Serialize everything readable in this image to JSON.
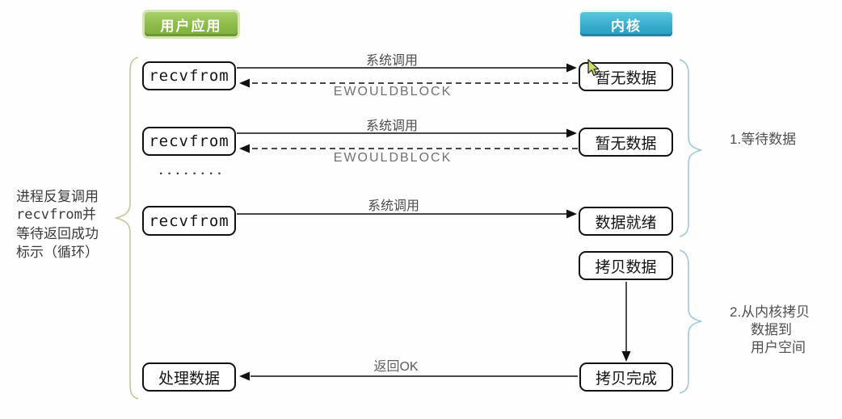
{
  "headers": {
    "user_app": "用户应用",
    "kernel": "内核"
  },
  "rows": [
    {
      "user_box": "recvfrom",
      "kernel_box": "暂无数据",
      "call_label": "系统调用",
      "return_label": "EWOULDBLOCK"
    },
    {
      "user_box": "recvfrom",
      "kernel_box": "暂无数据",
      "call_label": "系统调用",
      "return_label": "EWOULDBLOCK"
    },
    {
      "user_box": "recvfrom",
      "kernel_box": "数据就绪",
      "call_label": "系统调用"
    }
  ],
  "ellipsis": "········",
  "kernel_flow": {
    "copy_box": "拷贝数据",
    "done_box": "拷贝完成"
  },
  "bottom": {
    "user_box": "处理数据",
    "return_label": "返回OK"
  },
  "left_note": {
    "lines": [
      "进程反复调用",
      "recvfrom并",
      "等待返回成功",
      "标示（循环）"
    ]
  },
  "annotations": {
    "step1": "1.等待数据",
    "step2_lines": [
      "2.从内核拷贝",
      "数据到",
      "用户空间"
    ]
  },
  "colors": {
    "user_app_green": "#8cbb49",
    "kernel_blue": "#35abcc",
    "left_brace": "#c6c697",
    "right_brace": "#9dc9da",
    "arrow": "#2e2e2e"
  }
}
